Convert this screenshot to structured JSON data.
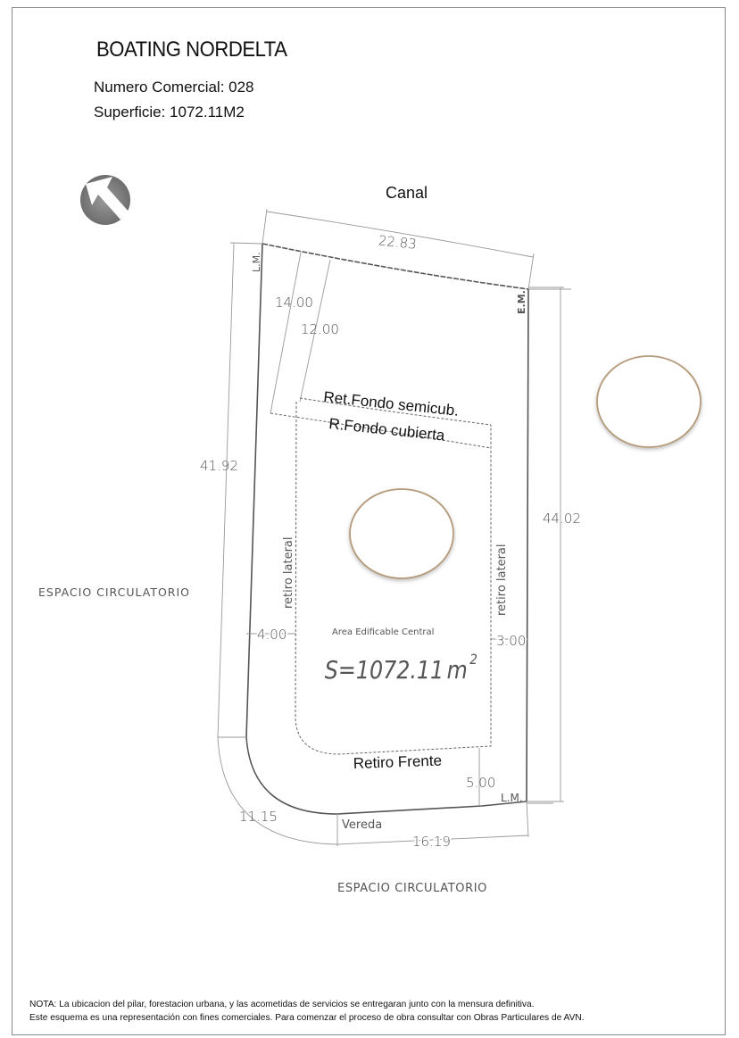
{
  "header": {
    "title": "BOATING NORDELTA",
    "numero_comercial": "Numero Comercial: 028",
    "superficie": "Superficie: 1072.11M2"
  },
  "plan": {
    "north_arrow_icon": "north-arrow-icon",
    "canal_label": "Canal",
    "dimensions": {
      "top_arc": "22.83",
      "fondo_semicub": "14.00",
      "fondo_cubierta": "12.00",
      "left_side": "41.92",
      "right_side": "44.02",
      "lateral_left": "4.00",
      "lateral_right": "3.00",
      "frente": "5.00",
      "corner_arc": "11.15",
      "bottom_front": "16.19"
    },
    "markers": {
      "lm_top": "L.M.",
      "em_top": "E.M.",
      "lm_bottom": "L.M."
    },
    "zones": {
      "ret_fondo_semicub": "Ret.Fondo semicub.",
      "r_fondo_cubierta": "R.Fondo cubierta",
      "retiro_lateral_left": "retiro lateral",
      "retiro_lateral_right": "retiro lateral",
      "area_edificable": "Area Edificable Central",
      "area_value": "S=1072.11",
      "area_unit": "m",
      "area_exp": "2",
      "retiro_frente": "Retiro Frente",
      "vereda": "Vereda"
    },
    "espacio_left": "ESPACIO CIRCULATORIO",
    "espacio_bottom": "ESPACIO CIRCULATORIO",
    "colors": {
      "lot_line": "#555555",
      "dim_line": "#999999",
      "ellipse_stroke": "#b49a7a"
    }
  },
  "notes": {
    "line1": "NOTA: La ubicacion del pilar, forestacion urbana, y las acometidas de servicios se entregaran junto con la mensura definitiva.",
    "line2": "Este esquema es una representación con fines comerciales. Para comenzar el proceso de obra consultar con Obras Particulares de AVN."
  }
}
